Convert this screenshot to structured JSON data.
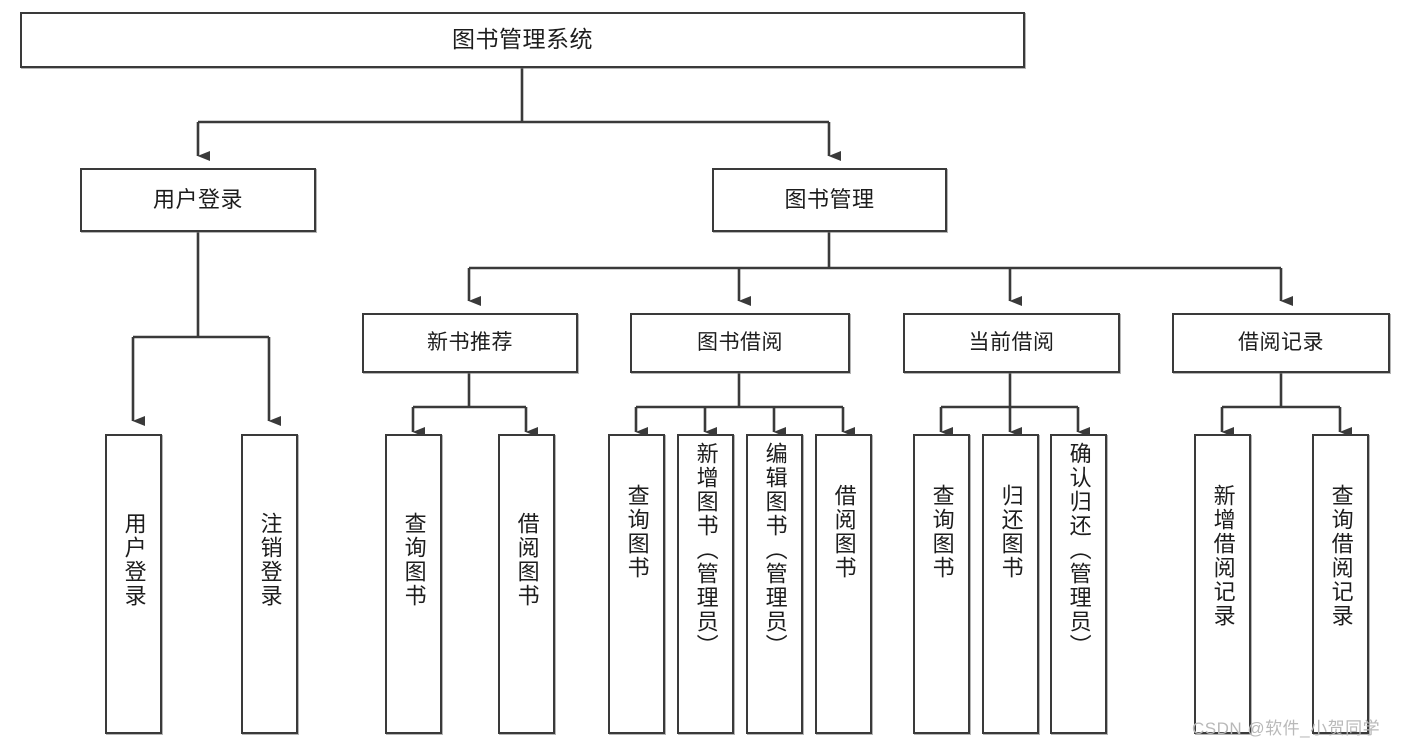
{
  "diagram": {
    "type": "tree",
    "title": "图书管理系统",
    "root": {
      "label": "图书管理系统"
    },
    "level2": [
      {
        "label": "用户登录"
      },
      {
        "label": "图书管理"
      }
    ],
    "level3": [
      {
        "label": "新书推荐"
      },
      {
        "label": "图书借阅"
      },
      {
        "label": "当前借阅"
      },
      {
        "label": "借阅记录"
      }
    ],
    "leaves": {
      "user_login": [
        {
          "label": "用户登录"
        },
        {
          "label": "注销登录"
        }
      ],
      "new_book": [
        {
          "label": "查询图书"
        },
        {
          "label": "借阅图书"
        }
      ],
      "book_borrow": [
        {
          "label": "查询图书"
        },
        {
          "label": "新增图书（管理员）"
        },
        {
          "label": "编辑图书（管理员）"
        },
        {
          "label": "借阅图书"
        }
      ],
      "current_borrow": [
        {
          "label": "查询图书"
        },
        {
          "label": "归还图书"
        },
        {
          "label": "确认归还（管理员）"
        }
      ],
      "borrow_record": [
        {
          "label": "新增借阅记录"
        },
        {
          "label": "查询借阅记录"
        }
      ]
    }
  },
  "watermark": {
    "text": "CSDN @软件_小贺同学"
  },
  "colors": {
    "border": "#3a3a3a",
    "background": "#ffffff",
    "text": "#1d1d1d",
    "watermark": "#b9b9b9"
  }
}
